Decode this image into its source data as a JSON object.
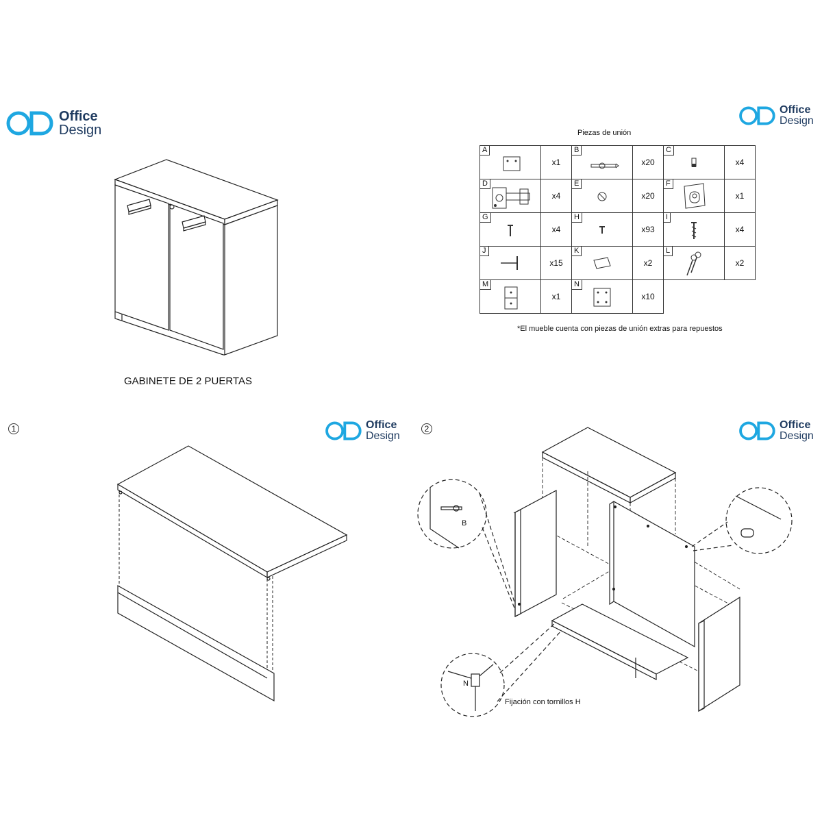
{
  "brand": {
    "line1": "Office",
    "line2": "Design",
    "color": "#1ea7e1",
    "text_color": "#1e3a5f"
  },
  "product_title": "GABINETE DE 2 PUERTAS",
  "parts_title": "Piezas de unión",
  "parts_note": "*El mueble cuenta con piezas de unión extras para repuestos",
  "parts": [
    {
      "letter": "A",
      "qty": "x1",
      "icon": "plate-icon"
    },
    {
      "letter": "B",
      "qty": "x20",
      "icon": "cam-bolt-icon"
    },
    {
      "letter": "C",
      "qty": "x4",
      "icon": "leveler-icon"
    },
    {
      "letter": "D",
      "qty": "x4",
      "icon": "hinge-icon"
    },
    {
      "letter": "E",
      "qty": "x20",
      "icon": "cam-lock-icon"
    },
    {
      "letter": "F",
      "qty": "x1",
      "icon": "lock-icon"
    },
    {
      "letter": "G",
      "qty": "x4",
      "icon": "screw-icon"
    },
    {
      "letter": "H",
      "qty": "x93",
      "icon": "short-screw-icon"
    },
    {
      "letter": "I",
      "qty": "x4",
      "icon": "anchor-screw-icon"
    },
    {
      "letter": "J",
      "qty": "x15",
      "icon": "shelf-pin-icon"
    },
    {
      "letter": "K",
      "qty": "x2",
      "icon": "handle-icon"
    },
    {
      "letter": "L",
      "qty": "x2",
      "icon": "key-icon"
    },
    {
      "letter": "M",
      "qty": "x1",
      "icon": "bracket-icon"
    },
    {
      "letter": "N",
      "qty": "x10",
      "icon": "corner-plate-icon"
    }
  ],
  "steps": [
    {
      "number": "1"
    },
    {
      "number": "2",
      "callout_b": "B",
      "callout_n": "N",
      "caption": "Fijación con tornillos H"
    }
  ]
}
